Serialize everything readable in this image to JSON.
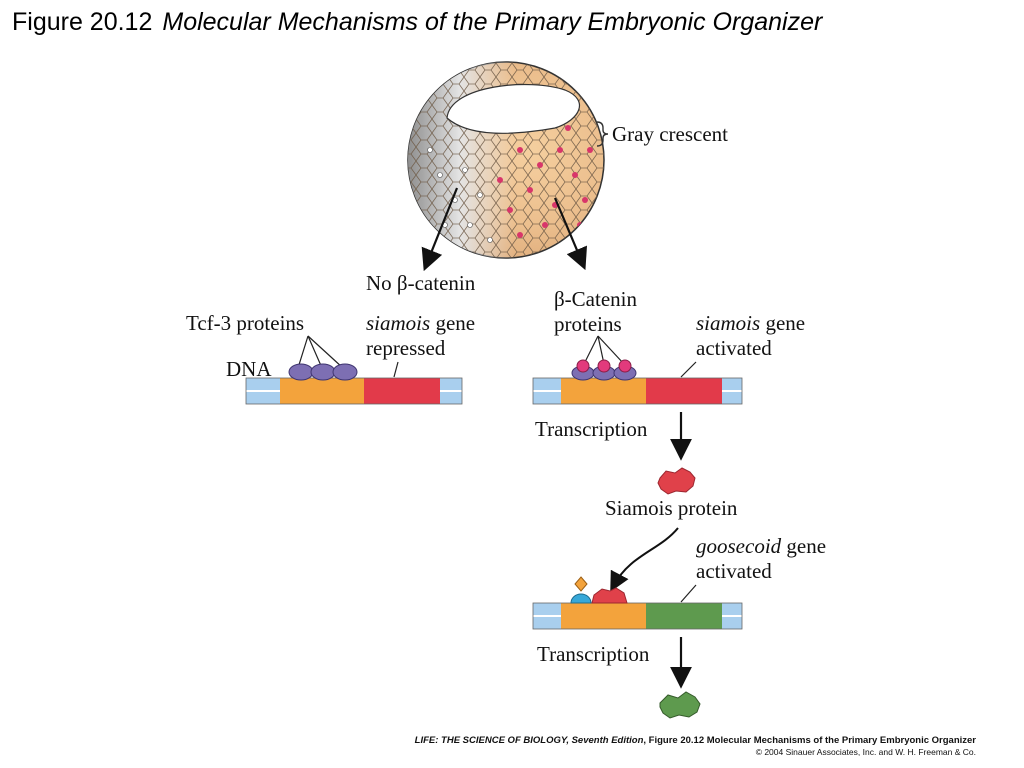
{
  "title": {
    "figure_number": "Figure 20.12",
    "figure_name": "Molecular Mechanisms of the Primary Embryonic Organizer"
  },
  "labels": {
    "gray_crescent": "Gray crescent",
    "no_beta_catenin": "No β-catenin",
    "tcf3_proteins": "Tcf-3 proteins",
    "dna": "DNA",
    "siamois_gene_repressed_italic": "siamois",
    "siamois_gene_repressed_rest": " gene",
    "repressed": "repressed",
    "beta_catenin": "β-Catenin",
    "proteins": "proteins",
    "siamois_gene_activated_italic": "siamois",
    "siamois_gene_activated_rest": " gene",
    "activated_1": "activated",
    "transcription_1": "Transcription",
    "siamois_protein": "Siamois protein",
    "goosecoid_italic": "goosecoid",
    "goosecoid_rest": " gene",
    "activated_2": "activated",
    "transcription_2": "Transcription"
  },
  "credit": {
    "book": "LIFE: THE SCIENCE OF BIOLOGY, Seventh Edition",
    "figure_ref": ", Figure 20.12 Molecular Mechanisms of the Primary Embryonic Organizer",
    "copyright": "© 2004 Sinauer Associates, Inc. and W. H. Freeman & Co."
  },
  "colors": {
    "dna_blue": "#a9cfee",
    "dna_orange": "#f3a33c",
    "gene_red": "#e23a4a",
    "gene_green": "#5e9a4e",
    "tcf3_purple": "#7d6fb3",
    "catenin_pink": "#e23a7c",
    "siamois_red": "#e0414a",
    "goosecoid_green": "#5e9a4e",
    "cofactor_blue": "#37a8d8",
    "cofactor_orange": "#f3a33c",
    "embryo_tan": "#f2c79a",
    "embryo_gray": "#cfcfcf"
  }
}
